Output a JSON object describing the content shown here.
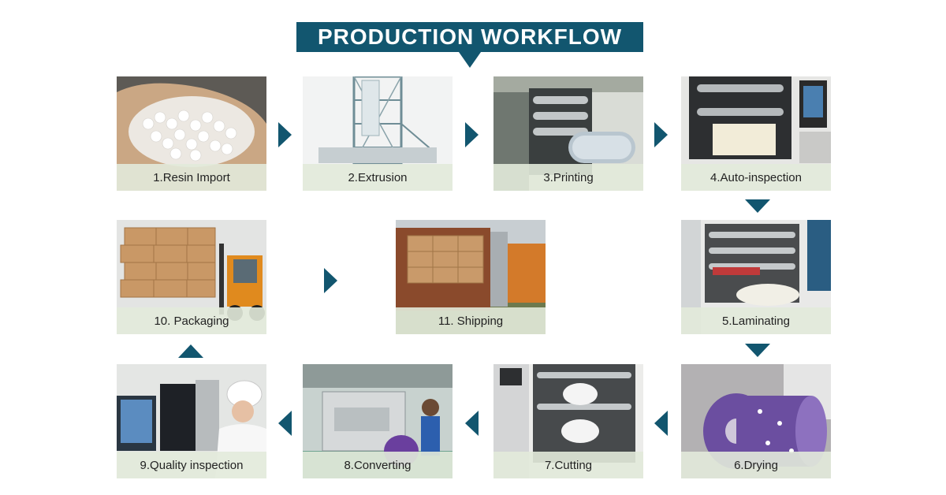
{
  "title": "PRODUCTION WORKFLOW",
  "accent_color": "#12566f",
  "caption_background": "#e2eada",
  "steps": [
    {
      "label": "1.Resin Import"
    },
    {
      "label": "2.Extrusion"
    },
    {
      "label": "3.Printing"
    },
    {
      "label": "4.Auto-inspection"
    },
    {
      "label": "5.Laminating"
    },
    {
      "label": "6.Drying"
    },
    {
      "label": "7.Cutting"
    },
    {
      "label": "8.Converting"
    },
    {
      "label": "9.Quality inspection"
    },
    {
      "label": "10. Packaging"
    },
    {
      "label": "11. Shipping"
    }
  ]
}
